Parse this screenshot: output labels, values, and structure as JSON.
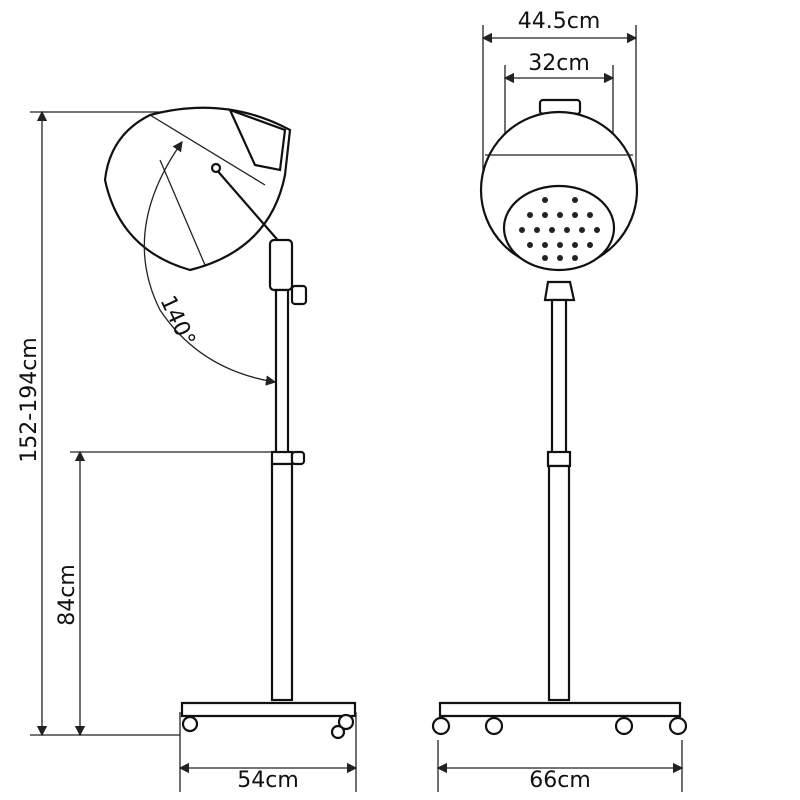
{
  "labels": {
    "total_height": "152-194cm",
    "lower_height": "84cm",
    "tilt_angle": "140°",
    "side_base_width": "54cm",
    "outer_width": "44.5cm",
    "inner_width": "32cm",
    "front_base_width": "66cm"
  },
  "colors": {
    "line": "#222222",
    "background": "#ffffff"
  }
}
